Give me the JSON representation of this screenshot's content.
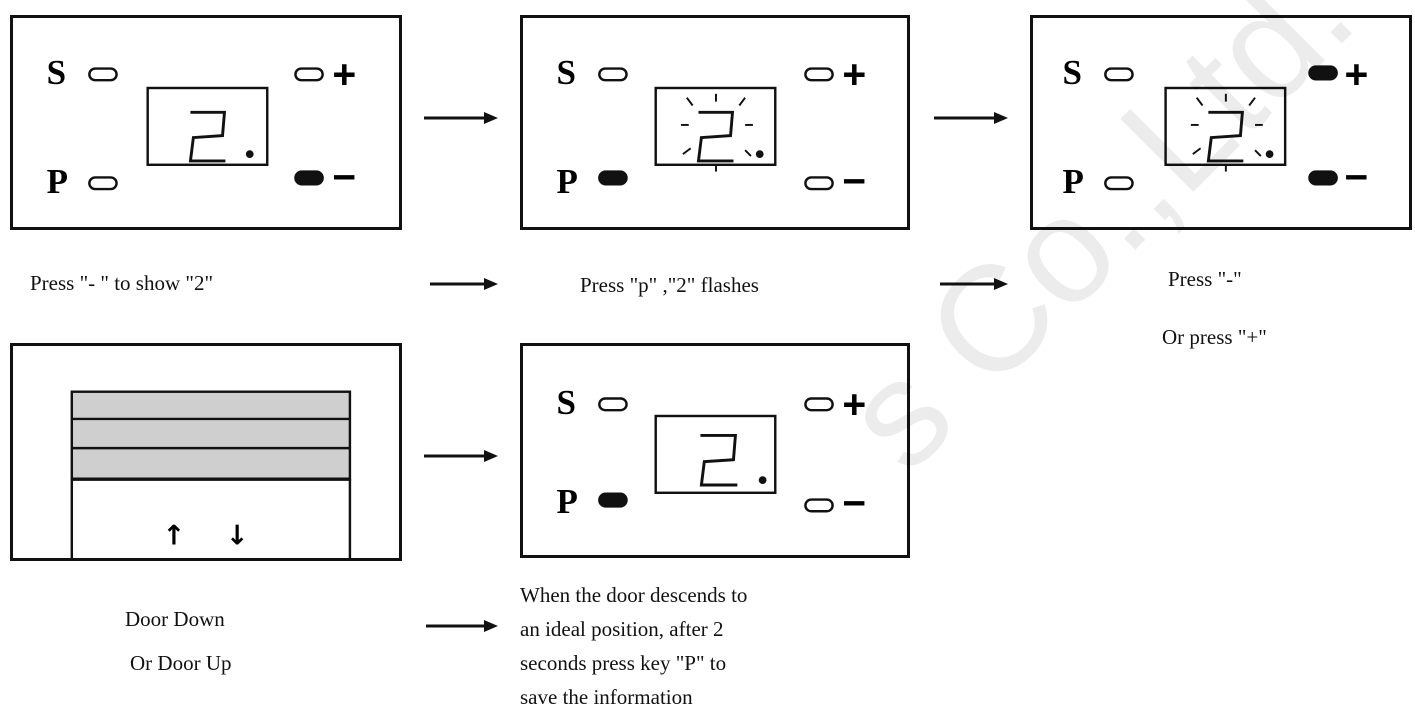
{
  "panels": {
    "step1": {
      "s_label": "S",
      "p_label": "P",
      "plus": "+",
      "minus": "−",
      "display": "2.",
      "active": [
        "minus"
      ],
      "flashing": false
    },
    "step2": {
      "s_label": "S",
      "p_label": "P",
      "plus": "+",
      "minus": "−",
      "display": "2.",
      "active": [
        "p"
      ],
      "flashing": true
    },
    "step3": {
      "s_label": "S",
      "p_label": "P",
      "plus": "+",
      "minus": "−",
      "display": "2.",
      "active": [
        "plus",
        "minus"
      ],
      "flashing": true
    },
    "step5": {
      "s_label": "S",
      "p_label": "P",
      "plus": "+",
      "minus": "−",
      "display": "2.",
      "active": [
        "p"
      ],
      "flashing": false
    }
  },
  "door": {
    "up_arrow": "↑",
    "down_arrow": "↓"
  },
  "captions": {
    "step1": "Press \"- \" to show \"2\"",
    "step2": "Press \"p\" ,\"2\" flashes",
    "step3_line1": "Press \"-\"",
    "step3_line2": "Or press \"+\"",
    "step4_line1": "Door Down",
    "step4_line2": "Or Door Up",
    "step5_lines": [
      "When the door descends to",
      "an ideal position, after 2",
      "seconds press key \"P\" to",
      "save the information"
    ]
  },
  "watermark": "s Co.,Ltd."
}
